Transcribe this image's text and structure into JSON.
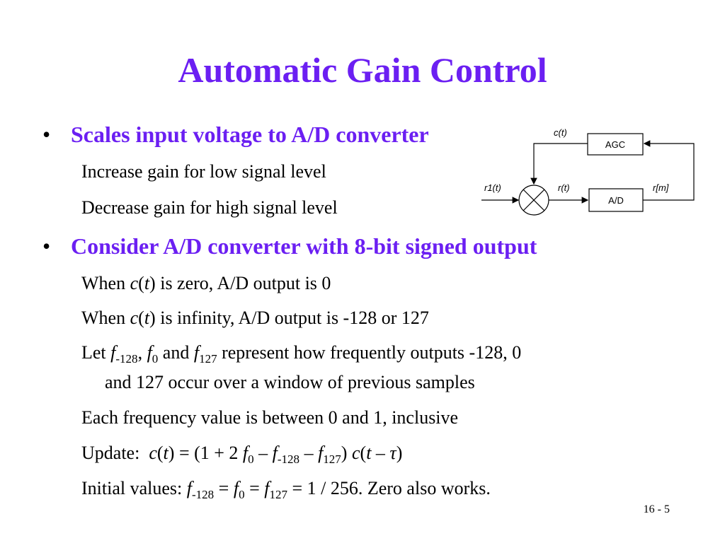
{
  "title": "Automatic Gain Control",
  "bullet1": {
    "text": "Scales input voltage to A/D converter",
    "items": [
      "Increase gain for low signal level",
      "Decrease gain for high signal level"
    ]
  },
  "bullet2": {
    "text": "Consider A/D converter with 8-bit signed output"
  },
  "line_when_zero": {
    "pre": "When ",
    "c": "c",
    "t": "t",
    "post": " is zero, A/D output is 0"
  },
  "line_when_inf": {
    "pre": "When ",
    "c": "c",
    "t": "t",
    "post": " is infinity, A/D output is -128 or 127"
  },
  "line_let": {
    "pre": "Let ",
    "f": "f",
    "sub_m128": "-128",
    "sub_0": "0",
    "sub_127": "127",
    "and": " and ",
    "post": " represent how frequently outputs -128, 0",
    "cont": "and 127 occur over a window of previous samples"
  },
  "line_each": "Each frequency value is between 0 and 1, inclusive",
  "line_update": {
    "label": "Update:",
    "eq_part1": " = (1 + 2 ",
    "minus": " – ",
    "close": ") ",
    "tau": "τ"
  },
  "line_initial": {
    "label": "Initial values:",
    "eq": " = 1 / 256.  Zero also works."
  },
  "diagram": {
    "agc_label": "AGC",
    "ad_label": "A/D",
    "c_label": "c(t)",
    "r1_label": "r1(t)",
    "r_label": "r(t)",
    "rm_label": "r[m]"
  },
  "page_number": "16 - 5"
}
